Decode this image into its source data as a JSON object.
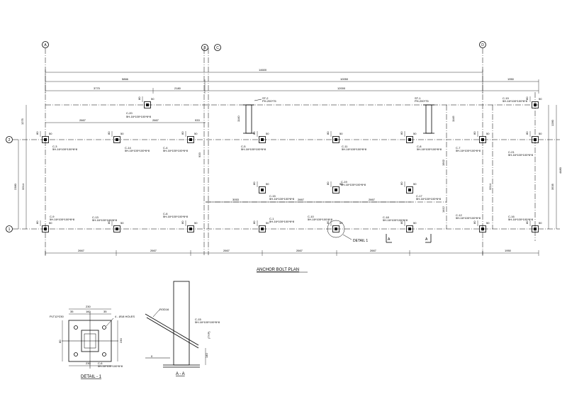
{
  "grid_axes": {
    "vertical": [
      "A",
      "B",
      "C",
      "D"
    ],
    "horizontal": [
      "1",
      "2"
    ]
  },
  "dimensions": {
    "overall": "14600",
    "top_row2": [
      "5866",
      "10050",
      "1950"
    ],
    "top_row3": [
      "3770",
      "2180",
      "12000"
    ],
    "bottom": [
      "2667",
      "2667",
      "2667",
      "2667",
      "2667",
      "1950"
    ],
    "row_mid": [
      "2667",
      "2667",
      "933"
    ],
    "mid_left": "3053",
    "mid_center": [
      "2667",
      "2667"
    ],
    "left": [
      "1275",
      "2380",
      "3214"
    ],
    "right": [
      "1280",
      "4480",
      "3214",
      "3535"
    ],
    "col_side": [
      "1140",
      "1145"
    ],
    "interior": [
      "1902",
      "1412",
      "933"
    ],
    "small": "80",
    "small_b": "50"
  },
  "columns": [
    {
      "label": "C-20",
      "spec": "5H-16*100*100*6*8"
    },
    {
      "label": "C-3",
      "spec": "5H-16*100*100*6*8"
    },
    {
      "label": "C-14",
      "spec": "5H-16*100*100*6*8"
    },
    {
      "label": "C-4",
      "spec": "5H-16*100*100*6*8"
    },
    {
      "label": "C-5",
      "spec": "5H-16*100*100*6*8"
    },
    {
      "label": "C-11",
      "spec": "5H-16*100*100*6*8"
    },
    {
      "label": "C-8",
      "spec": "5H-16*100*100*6*8"
    },
    {
      "label": "C-7",
      "spec": "5H-16*100*100*6*8"
    },
    {
      "label": "C-21",
      "spec": "5H-16*100*100*6*8"
    },
    {
      "label": "C-19",
      "spec": "5H-16*100*100*6*8"
    },
    {
      "label": "C-15",
      "spec": "5H-16*100*100*6*8"
    },
    {
      "label": "C-17",
      "spec": "5H-16*100*100*6*8"
    },
    {
      "label": "C-1",
      "spec": "5H-16*100*100*6*8"
    },
    {
      "label": "C-13",
      "spec": "5H-16*100*100*6*8"
    },
    {
      "label": "C-6",
      "spec": "5H-16*100*100*6*8"
    },
    {
      "label": "C-10",
      "spec": "5H-16*100*100*6*8"
    },
    {
      "label": "C-12",
      "spec": "5H-16*100*100*6*8"
    },
    {
      "label": "C-18",
      "spec": "5H-16*100*100*6*8"
    },
    {
      "label": "C-9",
      "spec": "5H-16*100*100*6*8"
    },
    {
      "label": "C-16",
      "spec": "5H-16*100*100*6*8"
    }
  ],
  "stairs": [
    {
      "label": "ST-2",
      "spec": "PH-200*75"
    },
    {
      "label": "ST-1",
      "spec": "PH-200*75"
    }
  ],
  "detail_callout": "DETAIL 1",
  "section_marks": [
    "A",
    "A"
  ],
  "plan_title": "ANCHOR BOLT PLAN",
  "detail1": {
    "title": "DETAIL - 1",
    "plate": "PLT12*230",
    "holes": "4 - Ø18 HOLES",
    "dims": [
      "230",
      "35",
      "160",
      "35",
      "230",
      "80",
      "160",
      "35"
    ],
    "column": "C-6",
    "column_spec": "5H-16*100*100*6*8"
  },
  "section_aa": {
    "title": "A - A",
    "rod": "ROD16",
    "column": "C-15",
    "column_spec": "5H-16*100*100*6*8",
    "typ": "(TYP)",
    "dim": "140",
    "level": "0"
  }
}
